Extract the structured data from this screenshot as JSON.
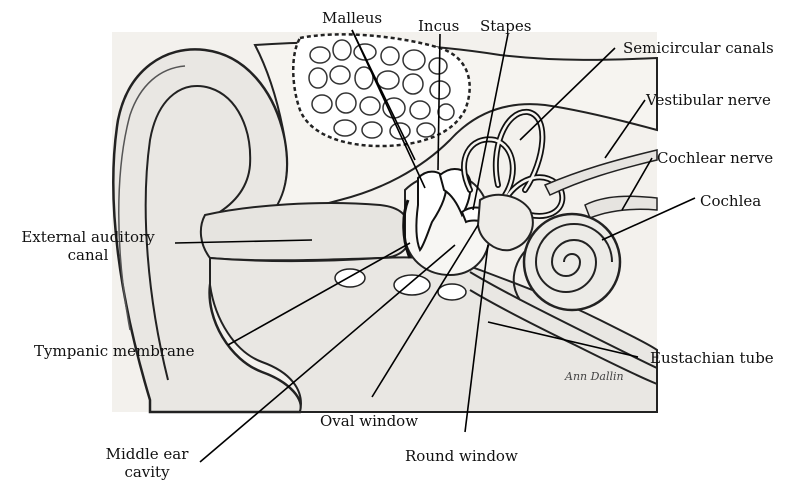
{
  "labels": {
    "malleus": "Malleus",
    "incus": "Incus",
    "stapes": "Stapes",
    "semicircular_canals": "Semicircular canals",
    "vestibular_nerve": "Vestibular nerve",
    "cochlear_nerve": "Cochlear nerve",
    "cochlea": "Cochlea",
    "external_auditory_canal_line1": "External auditory",
    "external_auditory_canal_line2": "canal",
    "tympanic_membrane": "Tympanic membrane",
    "eustachian_tube": "Eustachian tube",
    "oval_window": "Oval window",
    "round_window": "Round window",
    "middle_ear_cavity_line1": "Middle ear",
    "middle_ear_cavity_line2": "cavity"
  },
  "signature": "Ann Dallin",
  "colors": {
    "ink": "#222222",
    "tissue": "#e6e4e0",
    "bone_fill": "#f4f2ee",
    "background_panel": "#f3f1ed",
    "leader": "#000000"
  }
}
